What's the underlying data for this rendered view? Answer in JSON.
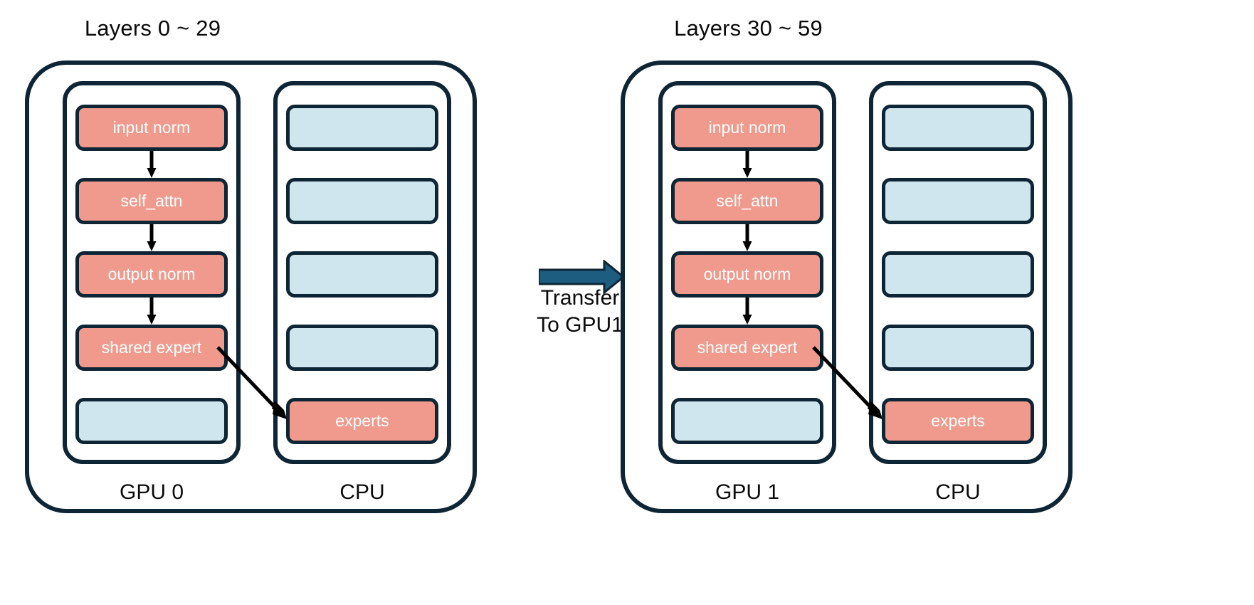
{
  "diagram": {
    "title": "MoE layer offloading across GPU 0, GPU 1 and CPU",
    "background_color": "#ffffff",
    "colors": {
      "salmon": "#ef9a8c",
      "light_blue": "#d0e6ee",
      "outline_navy": "#0e2535",
      "transfer_arrow": "#1c5d80",
      "text_dark": "#0b0b0b",
      "text_light": "#ffffff"
    }
  },
  "groups": [
    {
      "title": "Layers 0 ~ 29",
      "device_label": "GPU 0",
      "host_label": "CPU",
      "gpu_blocks": [
        {
          "label": "input norm",
          "color": "salmon"
        },
        {
          "label": "self_attn",
          "color": "salmon"
        },
        {
          "label": "output norm",
          "color": "salmon"
        },
        {
          "label": "shared expert",
          "color": "salmon"
        },
        {
          "label": "",
          "color": "blue"
        }
      ],
      "cpu_blocks": [
        {
          "label": "",
          "color": "blue"
        },
        {
          "label": "",
          "color": "blue"
        },
        {
          "label": "",
          "color": "blue"
        },
        {
          "label": "",
          "color": "blue"
        },
        {
          "label": "experts",
          "color": "salmon"
        }
      ]
    },
    {
      "title": "Layers 30 ~ 59",
      "device_label": "GPU 1",
      "host_label": "CPU",
      "gpu_blocks": [
        {
          "label": "input norm",
          "color": "salmon"
        },
        {
          "label": "self_attn",
          "color": "salmon"
        },
        {
          "label": "output norm",
          "color": "salmon"
        },
        {
          "label": "shared expert",
          "color": "salmon"
        },
        {
          "label": "",
          "color": "blue"
        }
      ],
      "cpu_blocks": [
        {
          "label": "",
          "color": "blue"
        },
        {
          "label": "",
          "color": "blue"
        },
        {
          "label": "",
          "color": "blue"
        },
        {
          "label": "",
          "color": "blue"
        },
        {
          "label": "experts",
          "color": "salmon"
        }
      ]
    }
  ],
  "transfer": {
    "line1": "Transfer",
    "line2": "To GPU1",
    "color": "#1c5d80",
    "direction": "right"
  }
}
